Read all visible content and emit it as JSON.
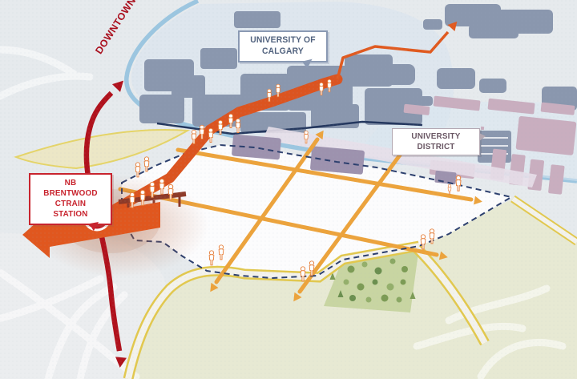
{
  "map": {
    "labels": {
      "downtown": "DOWNTOWN",
      "uofc_line1": "UNIVERSITY OF",
      "uofc_line2": "CALGARY",
      "district": "UNIVERSITY DISTRICT",
      "station_line1": "NB BRENTWOOD",
      "station_line2": "CTRAIN STATION"
    },
    "colors": {
      "transit_line_red": "#b0121d",
      "pedestrian_route_orange": "#db5420",
      "street_grid_amber": "#eca33c",
      "campus_building_blue_gray": "#8a97ae",
      "district_building_pink": "#c9aebf",
      "site_building_purple": "#9d92ae",
      "park_green": "#c8d5a2",
      "site_boundary_navy": "#2c3f6e",
      "arterial_road_blue": "#96c3de",
      "local_road_yellow": "#e2c84e",
      "station_marker_red": "#c01e26",
      "background_blue_tint": "#e6eaed",
      "background_green_tint": "#e7e9d3"
    },
    "icons": {
      "station_marker": "ctrain-station-icon",
      "people": "pedestrian-icon",
      "trees": "tree-icon",
      "arrows": [
        "downtown-arrow",
        "southbound-arrow",
        "platform-arrow",
        "street-grid-arrows",
        "campus-route-arrow"
      ]
    }
  }
}
